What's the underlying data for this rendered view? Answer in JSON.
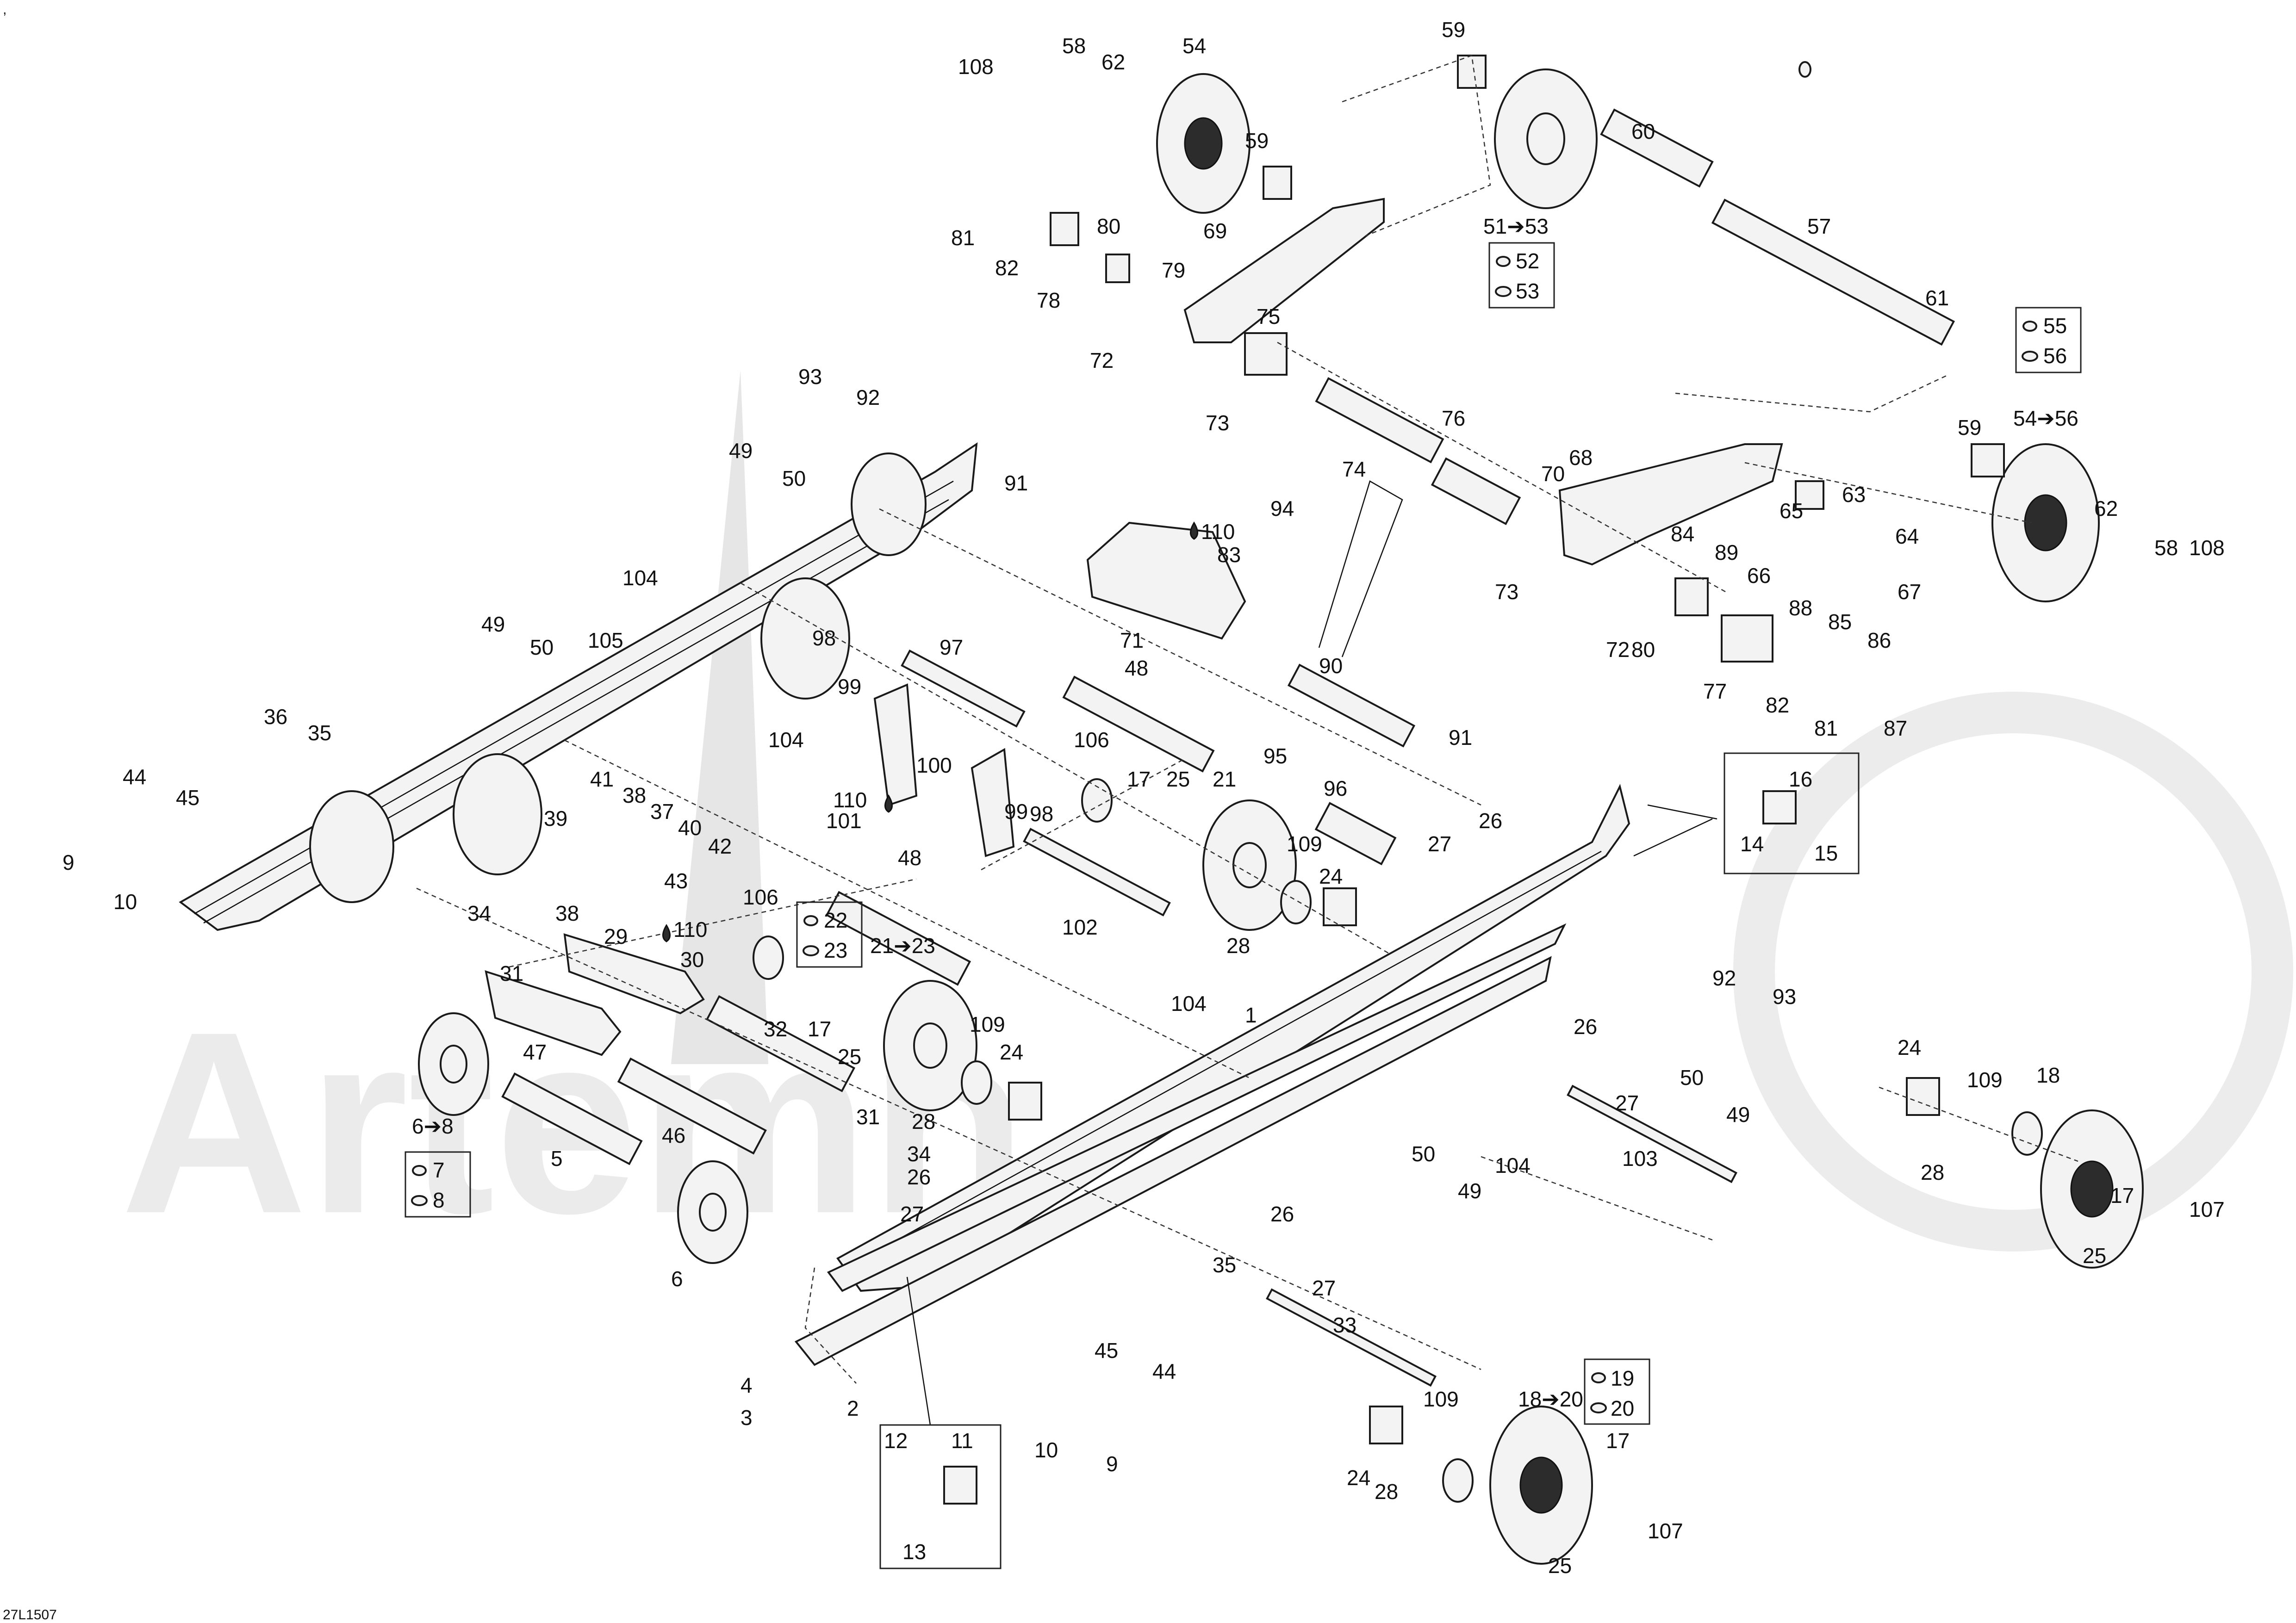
{
  "drawing_code": "27L1507",
  "corner_mark": ",",
  "callouts": {
    "c1": "1",
    "c2": "2",
    "c3": "3",
    "c4": "4",
    "c5": "5",
    "c6": "6",
    "c9": "9",
    "c10": "10",
    "c10b": "10",
    "c9b": "9",
    "c17a": "17",
    "c17b": "17",
    "c17c": "17",
    "c17d": "17",
    "c18": "18",
    "c21": "21",
    "c24a": "24",
    "c24b": "24",
    "c24c": "24",
    "c24d": "24",
    "c25a": "25",
    "c25b": "25",
    "c25c": "25",
    "c25d": "25",
    "c26a": "26",
    "c26b": "26",
    "c26c": "26",
    "c26d": "26",
    "c27a": "27",
    "c27b": "27",
    "c27c": "27",
    "c27d": "27",
    "c28a": "28",
    "c28b": "28",
    "c28c": "28",
    "c28d": "28",
    "c29": "29",
    "c30": "30",
    "c31a": "31",
    "c31b": "31",
    "c32": "32",
    "c33": "33",
    "c34a": "34",
    "c34b": "34",
    "c35a": "35",
    "c35b": "35",
    "c36": "36",
    "c37": "37",
    "c38a": "38",
    "c38b": "38",
    "c39": "39",
    "c40": "40",
    "c41": "41",
    "c42": "42",
    "c43": "43",
    "c44a": "44",
    "c44b": "44",
    "c45a": "45",
    "c45b": "45",
    "c46": "46",
    "c47": "47",
    "c48a": "48",
    "c48b": "48",
    "c49a": "49",
    "c49b": "49",
    "c49c": "49",
    "c49d": "49",
    "c50a": "50",
    "c50b": "50",
    "c50c": "50",
    "c50d": "50",
    "c54": "54",
    "c57": "57",
    "c58a": "58",
    "c58b": "58",
    "c59a": "59",
    "c59b": "59",
    "c59c": "59",
    "c60": "60",
    "c61": "61",
    "c62a": "62",
    "c62b": "62",
    "c63": "63",
    "c64": "64",
    "c65": "65",
    "c66": "66",
    "c67": "67",
    "c68": "68",
    "c69": "69",
    "c70": "70",
    "c71": "71",
    "c72a": "72",
    "c72b": "72",
    "c73a": "73",
    "c73b": "73",
    "c74": "74",
    "c75": "75",
    "c76": "76",
    "c77": "77",
    "c78": "78",
    "c79": "79",
    "c80a": "80",
    "c80b": "80",
    "c81a": "81",
    "c81b": "81",
    "c82a": "82",
    "c82b": "82",
    "c83": "83",
    "c84": "84",
    "c85": "85",
    "c86": "86",
    "c87": "87",
    "c88": "88",
    "c89": "89",
    "c90": "90",
    "c91a": "91",
    "c91b": "91",
    "c92a": "92",
    "c92b": "92",
    "c93a": "93",
    "c93b": "93",
    "c94": "94",
    "c95": "95",
    "c96": "96",
    "c97": "97",
    "c98a": "98",
    "c98b": "98",
    "c99a": "99",
    "c99b": "99",
    "c100": "100",
    "c101": "101",
    "c102": "102",
    "c103": "103",
    "c104a": "104",
    "c104b": "104",
    "c104c": "104",
    "c104d": "104",
    "c105": "105",
    "c106a": "106",
    "c106b": "106",
    "c107a": "107",
    "c107b": "107",
    "c108a": "108",
    "c108b": "108",
    "c109a": "109",
    "c109b": "109",
    "c109c": "109",
    "c109d": "109",
    "c110a": "110",
    "c110b": "110",
    "c110c": "110"
  },
  "range_callouts": {
    "r6_8": "6➔8",
    "r18_20": "18➔20",
    "r21_23": "21➔23",
    "r51_53": "51➔53",
    "r54_56": "54➔56"
  },
  "kit_boxes": {
    "k7": "7",
    "k8": "8",
    "k11": "11",
    "k12": "12",
    "k13": "13",
    "k14": "14",
    "k15": "15",
    "k16": "16",
    "k19": "19",
    "k20": "20",
    "k22": "22",
    "k23": "23",
    "k52": "52",
    "k53": "53",
    "k55": "55",
    "k56": "56"
  }
}
